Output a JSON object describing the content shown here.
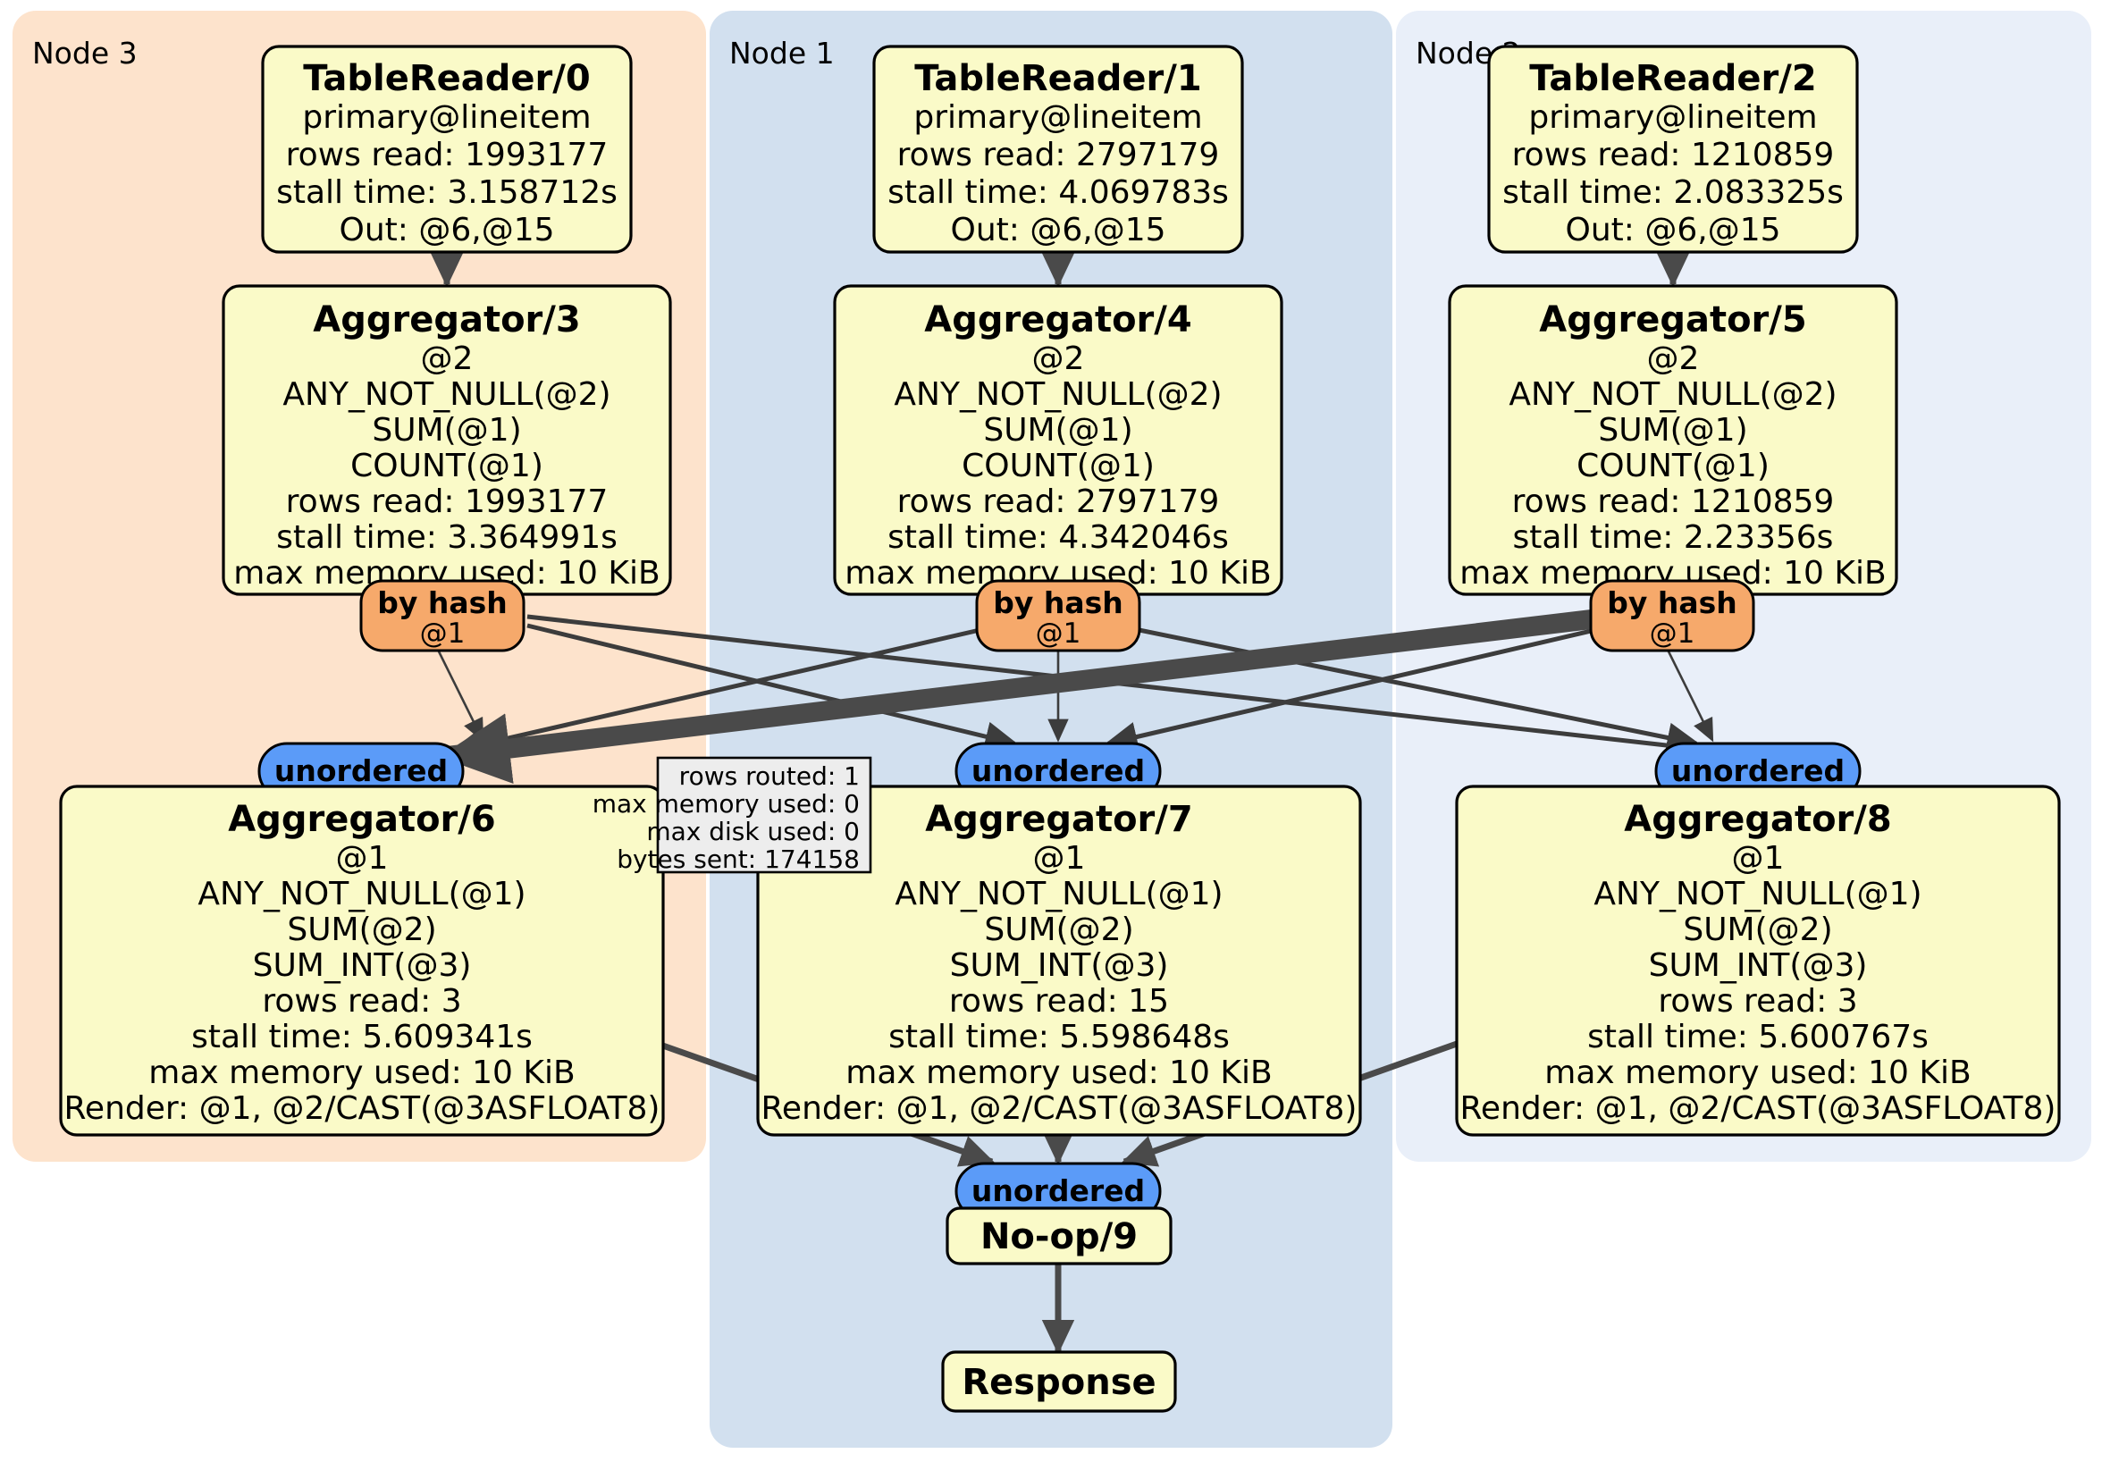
{
  "clusters": [
    {
      "id": "node3",
      "label": "Node 3",
      "color": "#FDE3CC"
    },
    {
      "id": "node1",
      "label": "Node 1",
      "color": "#D2E0EF"
    },
    {
      "id": "node2",
      "label": "Node 2",
      "color": "#E9EFF9"
    }
  ],
  "nodes": {
    "tablereader0": {
      "title": "TableReader/0",
      "lines": [
        "primary@lineitem",
        "rows read: 1993177",
        "stall time: 3.158712s",
        "Out: @6,@15"
      ]
    },
    "tablereader1": {
      "title": "TableReader/1",
      "lines": [
        "primary@lineitem",
        "rows read: 2797179",
        "stall time: 4.069783s",
        "Out: @6,@15"
      ]
    },
    "tablereader2": {
      "title": "TableReader/2",
      "lines": [
        "primary@lineitem",
        "rows read: 1210859",
        "stall time: 2.083325s",
        "Out: @6,@15"
      ]
    },
    "aggregator3": {
      "title": "Aggregator/3",
      "lines": [
        "@2",
        "ANY_NOT_NULL(@2)",
        "SUM(@1)",
        "COUNT(@1)",
        "rows read: 1993177",
        "stall time: 3.364991s",
        "max memory used: 10 KiB"
      ]
    },
    "aggregator4": {
      "title": "Aggregator/4",
      "lines": [
        "@2",
        "ANY_NOT_NULL(@2)",
        "SUM(@1)",
        "COUNT(@1)",
        "rows read: 2797179",
        "stall time: 4.342046s",
        "max memory used: 10 KiB"
      ]
    },
    "aggregator5": {
      "title": "Aggregator/5",
      "lines": [
        "@2",
        "ANY_NOT_NULL(@2)",
        "SUM(@1)",
        "COUNT(@1)",
        "rows read: 1210859",
        "stall time: 2.23356s",
        "max memory used: 10 KiB"
      ]
    },
    "aggregator6": {
      "title": "Aggregator/6",
      "lines": [
        "@1",
        "ANY_NOT_NULL(@1)",
        "SUM(@2)",
        "SUM_INT(@3)",
        "rows read: 3",
        "stall time: 5.609341s",
        "max memory used: 10 KiB",
        "Render: @1, @2/CAST(@3ASFLOAT8)"
      ]
    },
    "aggregator7": {
      "title": "Aggregator/7",
      "lines": [
        "@1",
        "ANY_NOT_NULL(@1)",
        "SUM(@2)",
        "SUM_INT(@3)",
        "rows read: 15",
        "stall time: 5.598648s",
        "max memory used: 10 KiB",
        "Render: @1, @2/CAST(@3ASFLOAT8)"
      ]
    },
    "aggregator8": {
      "title": "Aggregator/8",
      "lines": [
        "@1",
        "ANY_NOT_NULL(@1)",
        "SUM(@2)",
        "SUM_INT(@3)",
        "rows read: 3",
        "stall time: 5.600767s",
        "max memory used: 10 KiB",
        "Render: @1, @2/CAST(@3ASFLOAT8)"
      ]
    },
    "noop9": {
      "title": "No-op/9",
      "lines": []
    },
    "response": {
      "title": "Response",
      "lines": []
    }
  },
  "routers": {
    "byhash3": {
      "title": "by hash",
      "sub": "@1"
    },
    "byhash4": {
      "title": "by hash",
      "sub": "@1"
    },
    "byhash5": {
      "title": "by hash",
      "sub": "@1"
    }
  },
  "synchronizers": {
    "unordered6": {
      "title": "unordered"
    },
    "unordered7": {
      "title": "unordered"
    },
    "unordered8": {
      "title": "unordered"
    },
    "unordered9": {
      "title": "unordered"
    }
  },
  "edge_stats": {
    "label": {
      "lines": [
        "rows routed: 1",
        "max memory used: 0",
        "max disk used: 0",
        "bytes sent: 174158"
      ]
    }
  },
  "colors": {
    "processor_fill": "#FAFAC8",
    "router_fill": "#F6A96B",
    "sync_fill": "#5B9BF8",
    "stat_fill": "#EDEDED",
    "edge": "#3C3C3C",
    "node3_bg": "#FDE3CC",
    "node1_bg": "#D2E0EF",
    "node2_bg": "#E9EFF9"
  }
}
